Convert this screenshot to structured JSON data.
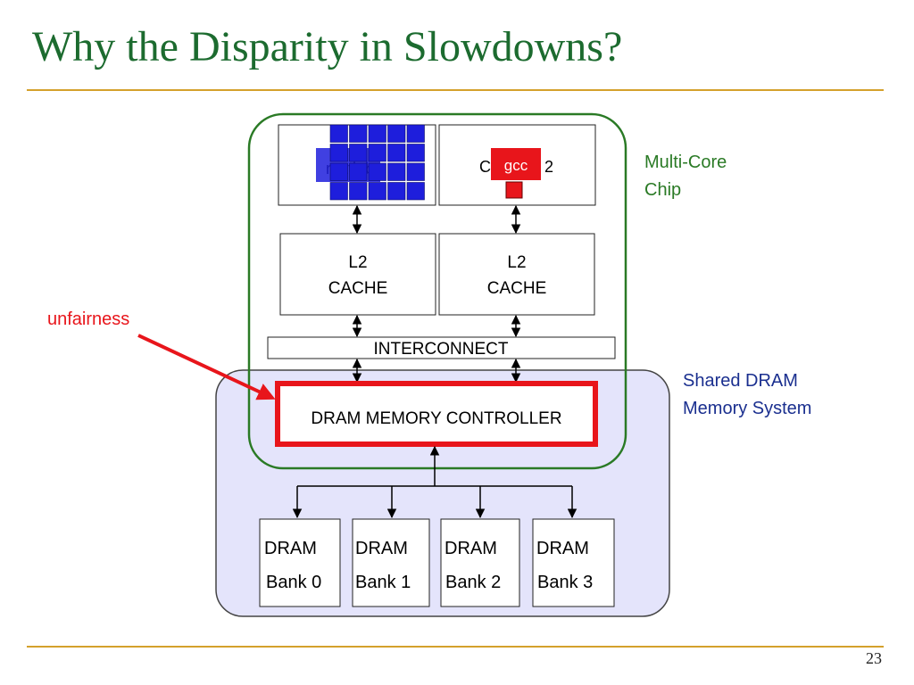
{
  "slide": {
    "title": "Why the Disparity in Slowdowns?",
    "page_number": "23"
  },
  "diagram": {
    "core1": {
      "label_partial": "matlab",
      "tile_color": "#1e1edc"
    },
    "core2": {
      "label_left": "C",
      "label_right": "2",
      "app_label": "gcc",
      "app_color": "#e8151b"
    },
    "l2_cache_left": {
      "line1": "L2",
      "line2": "CACHE"
    },
    "l2_cache_right": {
      "line1": "L2",
      "line2": "CACHE"
    },
    "interconnect": "INTERCONNECT",
    "dram_controller": "DRAM MEMORY CONTROLLER",
    "banks": [
      {
        "line1": "DRAM",
        "line2": "Bank 0"
      },
      {
        "line1": "DRAM",
        "line2": "Bank 1"
      },
      {
        "line1": "DRAM",
        "line2": "Bank 2"
      },
      {
        "line1": "DRAM",
        "line2": "Bank 3"
      }
    ],
    "multicore_label": {
      "line1": "Multi-Core",
      "line2": "Chip"
    },
    "shared_dram_label": {
      "line1": "Shared DRAM",
      "line2": "Memory System"
    },
    "unfairness_label": "unfairness",
    "colors": {
      "chip_border": "#2a7a25",
      "dram_region_fill": "#e4e4fb",
      "controller_border": "#e8151b",
      "multicore_text": "#2a7a25",
      "shared_dram_text": "#1a2f8f",
      "unfairness_text": "#e8151b"
    }
  }
}
